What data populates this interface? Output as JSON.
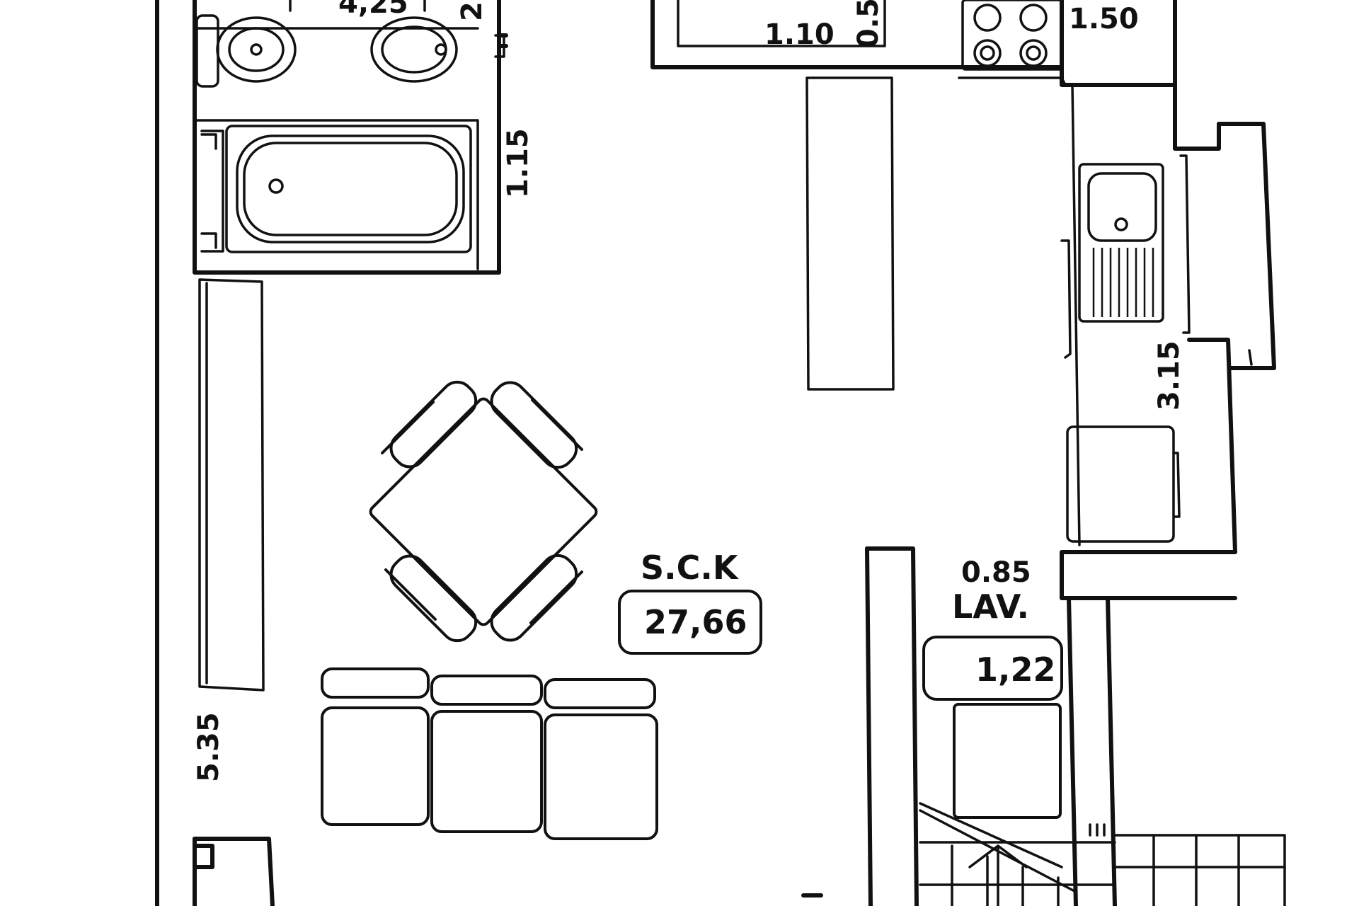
{
  "dimensions": {
    "top_left_partial": "4,25",
    "top_left_edge": "2.",
    "bath_height": "1.15",
    "top_center_width": "1.10",
    "top_center_height": "0.5",
    "top_right_width": "1.50",
    "kitchen_length": "3.15",
    "left_wall_length": "5.35",
    "lav_width": "0.85"
  },
  "rooms": {
    "main": {
      "label": "S.C.K",
      "area": "27,66"
    },
    "laundry": {
      "label": "LAV.",
      "area": "1,22"
    }
  }
}
